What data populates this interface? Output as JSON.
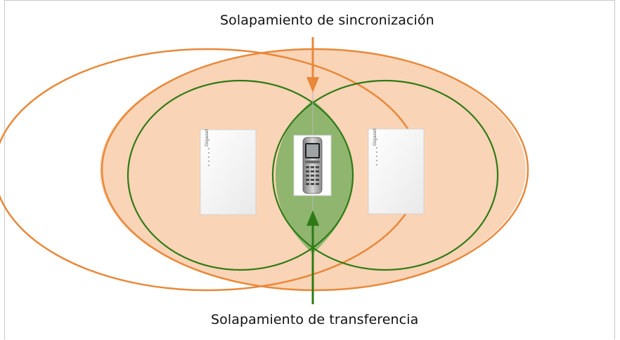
{
  "labels": {
    "sync_overlap": "Solapamiento de sincronización",
    "handover_overlap": "Solapamiento de transferencia"
  },
  "devices": {
    "base_brand": "Gigaset"
  },
  "colors": {
    "sync_ring": "#e8883a",
    "sync_fill": "#f9d4b6",
    "handover_ring": "#2f7a16",
    "handover_fill": "#8fb56f",
    "frame": "#c9c9c9"
  }
}
